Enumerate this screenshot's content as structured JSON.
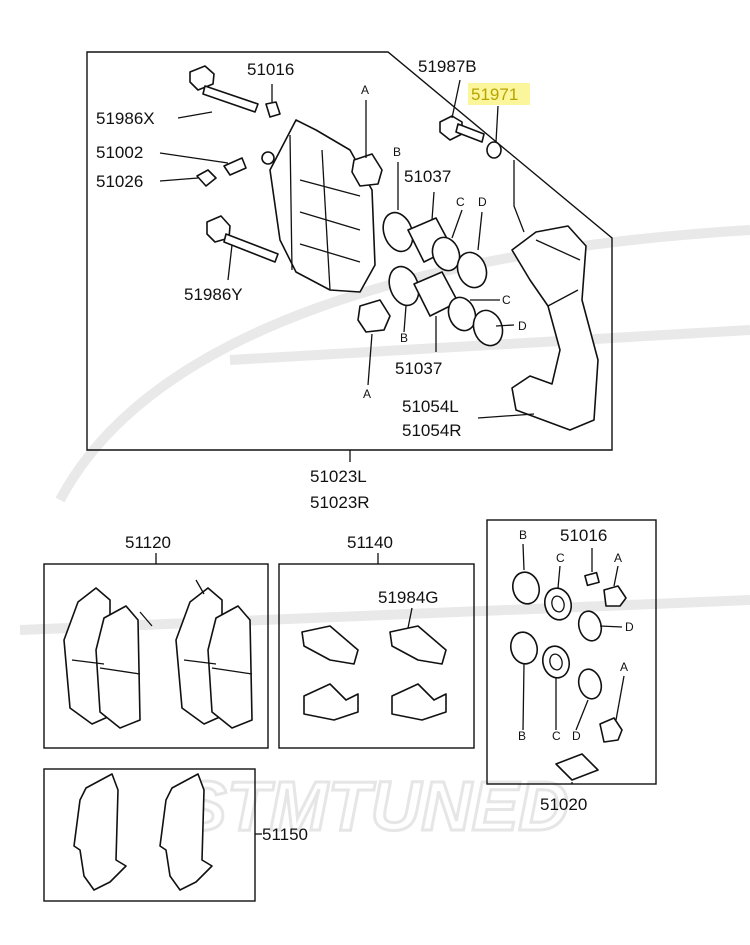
{
  "labels": {
    "caliper_pin_upper": "51016",
    "bolt_upper": "51986X",
    "bleeder_cap": "51002",
    "bleeder_screw": "51026",
    "bolt_lower": "51986Y",
    "boot_a": "A",
    "seal_b": "B",
    "ring_c": "C",
    "ring_d": "D",
    "piston_upper": "51037",
    "piston_lower": "51037",
    "support_bolt": "51987B",
    "support_washer": "51971",
    "support_left": "51054L",
    "support_right": "51054R",
    "caliper_assy_left": "51023L",
    "caliper_assy_right": "51023R",
    "pad_set": "51120",
    "clip_kit": "51140",
    "clip": "51984G",
    "seal_kit": "51020",
    "seal_kit_pin": "51016",
    "shim_set": "51150"
  },
  "highlight_color": "#fbf59b",
  "watermark": "STMTUNED"
}
